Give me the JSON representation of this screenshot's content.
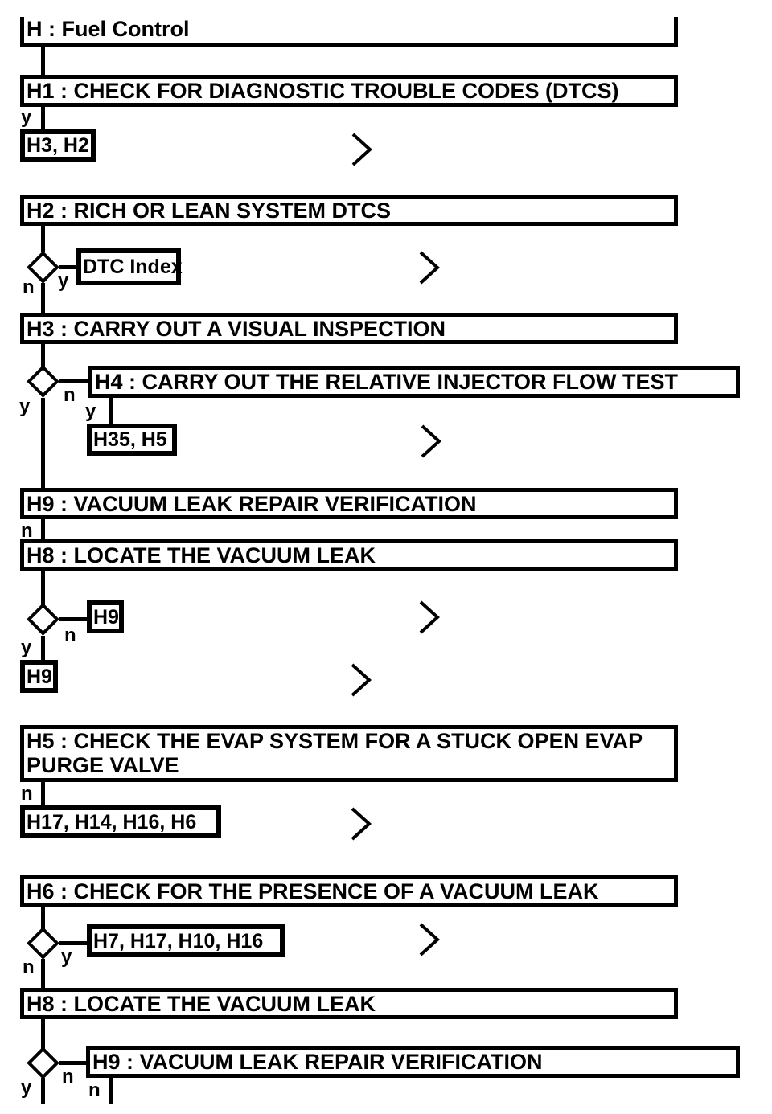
{
  "diagram": {
    "title": "H : Fuel Control",
    "labels": {
      "yes": "y",
      "no": "n"
    },
    "icons": {
      "chevron_right_icon": ">"
    },
    "colors": {
      "line": "#000000",
      "background": "#ffffff",
      "text": "#000000"
    },
    "nodes": {
      "h1": "H1 : CHECK FOR DIAGNOSTIC TROUBLE CODES (DTCS)",
      "h1_result": "H3, H2",
      "h2": "H2 : RICH OR LEAN SYSTEM DTCS",
      "dtc_index": "DTC Index",
      "h3": "H3 : CARRY OUT A VISUAL INSPECTION",
      "h4": "H4 : CARRY OUT THE RELATIVE INJECTOR FLOW TEST",
      "h4_result": "H35, H5",
      "h9_first": "H9 : VACUUM LEAK REPAIR VERIFICATION",
      "h8_first": "H8 : LOCATE THE VACUUM LEAK",
      "h8_result_no": "H9",
      "h8_result_yes": "H9",
      "h5_line1": "H5 : CHECK THE EVAP SYSTEM FOR A STUCK OPEN EVAP",
      "h5_line2": "PURGE VALVE",
      "h5_result": "H17, H14, H16, H6",
      "h6": "H6 : CHECK FOR THE PRESENCE OF A VACUUM LEAK",
      "h6_result": "H7, H17, H10, H16",
      "h8_second": "H8 : LOCATE THE VACUUM LEAK",
      "h9_second": "H9 : VACUUM LEAK REPAIR VERIFICATION"
    }
  }
}
